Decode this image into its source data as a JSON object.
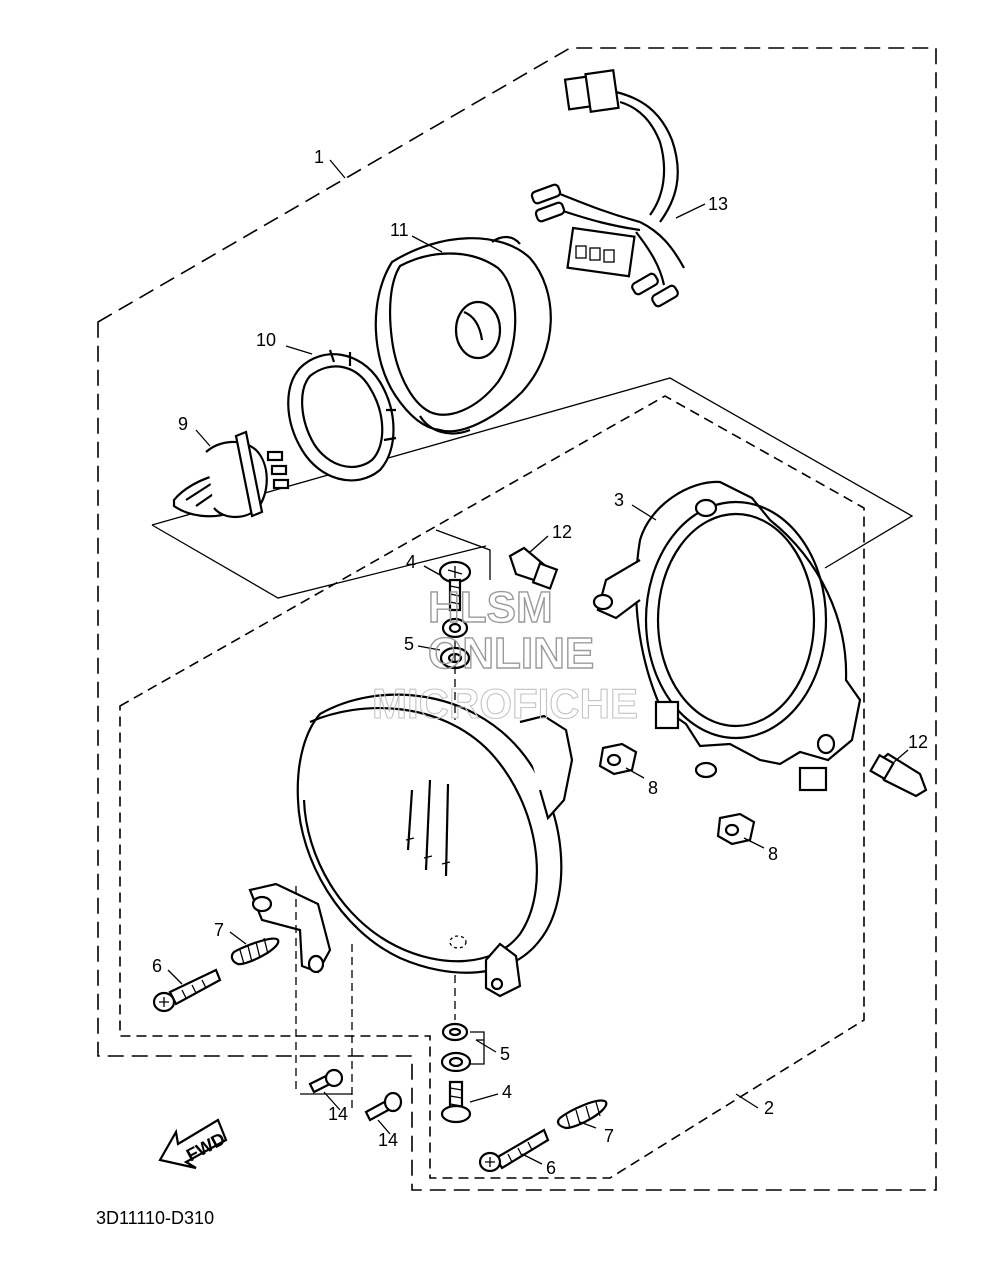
{
  "diagram_code": "3D11110-D310",
  "fwd_label": "FWD",
  "watermark": {
    "line1": "HLSM",
    "line2": "ONLINE",
    "line3": "MICROFICHE"
  },
  "callouts": [
    {
      "id": "c1",
      "label": "1"
    },
    {
      "id": "c2",
      "label": "2"
    },
    {
      "id": "c3",
      "label": "3"
    },
    {
      "id": "c4a",
      "label": "4"
    },
    {
      "id": "c4b",
      "label": "4"
    },
    {
      "id": "c5a",
      "label": "5"
    },
    {
      "id": "c5b",
      "label": "5"
    },
    {
      "id": "c6a",
      "label": "6"
    },
    {
      "id": "c6b",
      "label": "6"
    },
    {
      "id": "c7a",
      "label": "7"
    },
    {
      "id": "c7b",
      "label": "7"
    },
    {
      "id": "c8a",
      "label": "8"
    },
    {
      "id": "c8b",
      "label": "8"
    },
    {
      "id": "c9",
      "label": "9"
    },
    {
      "id": "c10",
      "label": "10"
    },
    {
      "id": "c11",
      "label": "11"
    },
    {
      "id": "c12a",
      "label": "12"
    },
    {
      "id": "c12b",
      "label": "12"
    },
    {
      "id": "c13",
      "label": "13"
    },
    {
      "id": "c14a",
      "label": "14"
    },
    {
      "id": "c14b",
      "label": "14"
    }
  ]
}
